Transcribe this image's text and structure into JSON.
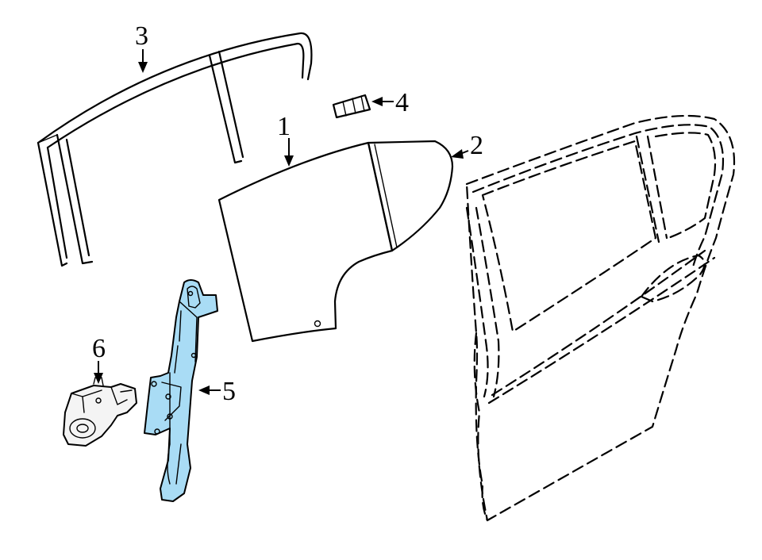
{
  "colors": {
    "background": "#ffffff",
    "line": "#000000",
    "highlight_fill": "#a9dcf5",
    "motor_fill": "#f4f4f4"
  },
  "callouts": [
    {
      "id": "1",
      "label": "1"
    },
    {
      "id": "2",
      "label": "2"
    },
    {
      "id": "3",
      "label": "3"
    },
    {
      "id": "4",
      "label": "4"
    },
    {
      "id": "5",
      "label": "5"
    },
    {
      "id": "6",
      "label": "6"
    }
  ],
  "highlighted_part": "5"
}
